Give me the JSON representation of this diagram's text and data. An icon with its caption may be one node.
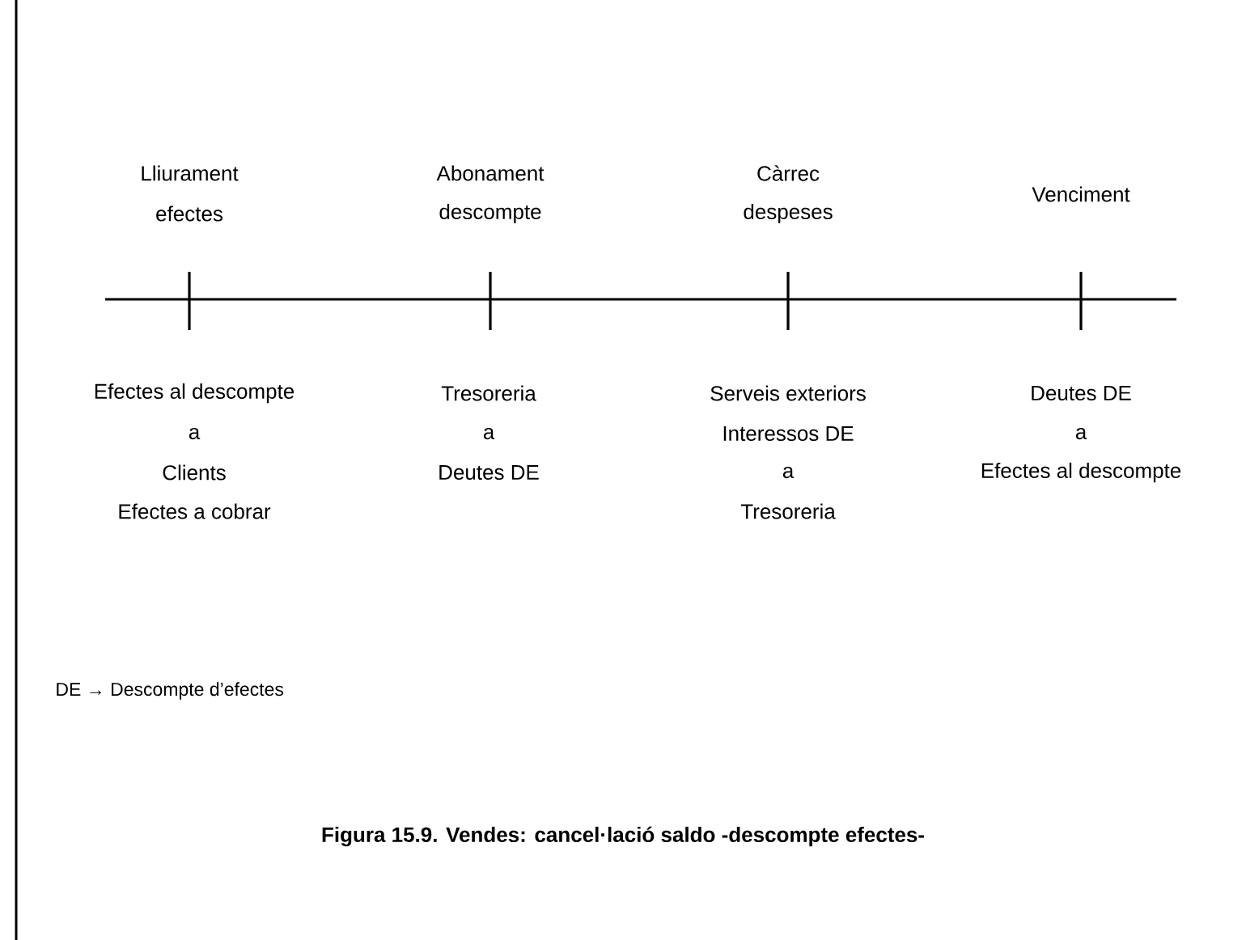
{
  "diagram": {
    "caption": "Figura 15.9. Vendes: cancel·lació saldo -descompte efectes-",
    "labels": [
      "Lliurament",
      "efectes",
      "Abonament",
      "descompte",
      "Càrrec",
      "despeses",
      "Venciment",
      "Efectes al descompte",
      "a",
      "Clients",
      "Efectes a cobrar",
      "Tresoreria",
      "a",
      "Deutes DE",
      "Serveis  exteriors",
      "Interessos DE",
      "a",
      "Tresoreria",
      "Deutes DE",
      "a",
      "Efectes al descompte",
      "DE → Descompte d’efectes"
    ]
  }
}
